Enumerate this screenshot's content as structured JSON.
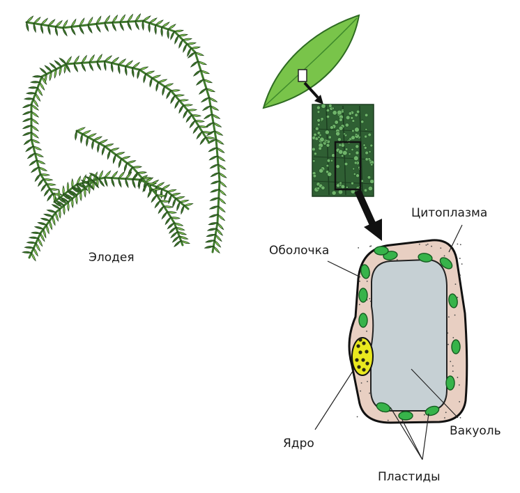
{
  "labels": {
    "plant": "Элодея",
    "membrane": "Оболочка",
    "cytoplasm": "Цитоплазма",
    "nucleus": "Ядро",
    "vacuole": "Вакуоль",
    "plastids": "Пластиды"
  },
  "colors": {
    "leaf_dark": "#3f7a2c",
    "leaf_light": "#8bcf5a",
    "leaf_blade": "#79c44a",
    "tissue": "#2f5f33",
    "cell_wall": "#111111",
    "cytoplasm": "#e8cfc2",
    "vacuole": "#c6d0d4",
    "plastid": "#37b34a",
    "nucleus": "#e9e81f"
  },
  "icons": {
    "plant": "elodea-branch-icon",
    "leaf": "leaf-icon",
    "arrow": "arrow-icon"
  }
}
